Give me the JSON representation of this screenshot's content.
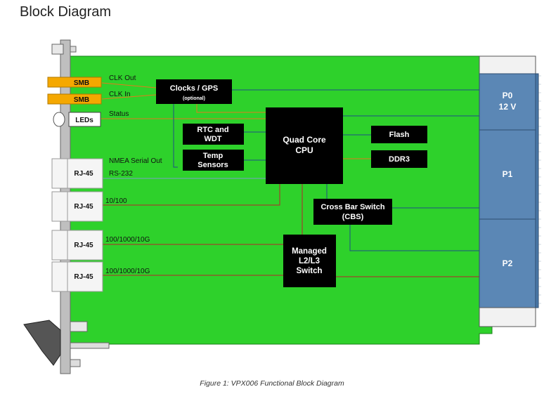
{
  "title": "Block Diagram",
  "caption": "Figure 1: VPX006 Functional Block Diagram",
  "colors": {
    "board": "#2ed12b",
    "block": "#000000",
    "backplane": "#5b87b5",
    "smb": "#f5a800",
    "wire_orange": "#e37b1c",
    "wire_red": "#b8242b",
    "wire_blue": "#1e4f86"
  },
  "connectors": {
    "smb1": "SMB",
    "smb2": "SMB",
    "leds": "LEDs",
    "rj45_1": "RJ-45",
    "rj45_2": "RJ-45",
    "rj45_3": "RJ-45",
    "rj45_4": "RJ-45"
  },
  "signals": {
    "clk_out": "CLK Out",
    "clk_in": "CLK In",
    "status": "Status",
    "nmea": "NMEA Serial Out",
    "rs232": "RS-232",
    "eth1": "10/100",
    "eth2": "100/1000/10G",
    "eth3": "100/1000/10G"
  },
  "blocks": {
    "clocks": {
      "line1": "Clocks / GPS",
      "line2": "(optional)"
    },
    "rtc": {
      "line1": "RTC and",
      "line2": "WDT"
    },
    "temp": {
      "line1": "Temp",
      "line2": "Sensors"
    },
    "cpu": {
      "line1": "Quad Core",
      "line2": "CPU"
    },
    "flash": {
      "line1": "Flash"
    },
    "ddr3": {
      "line1": "DDR3"
    },
    "cbs": {
      "line1": "Cross Bar Switch",
      "line2": "(CBS)"
    },
    "switch": {
      "line1": "Managed",
      "line2": "L2/L3",
      "line3": "Switch"
    }
  },
  "backplane": {
    "p0": {
      "line1": "P0",
      "line2": "12 V"
    },
    "p1": {
      "line1": "P1"
    },
    "p2": {
      "line1": "P2"
    }
  }
}
